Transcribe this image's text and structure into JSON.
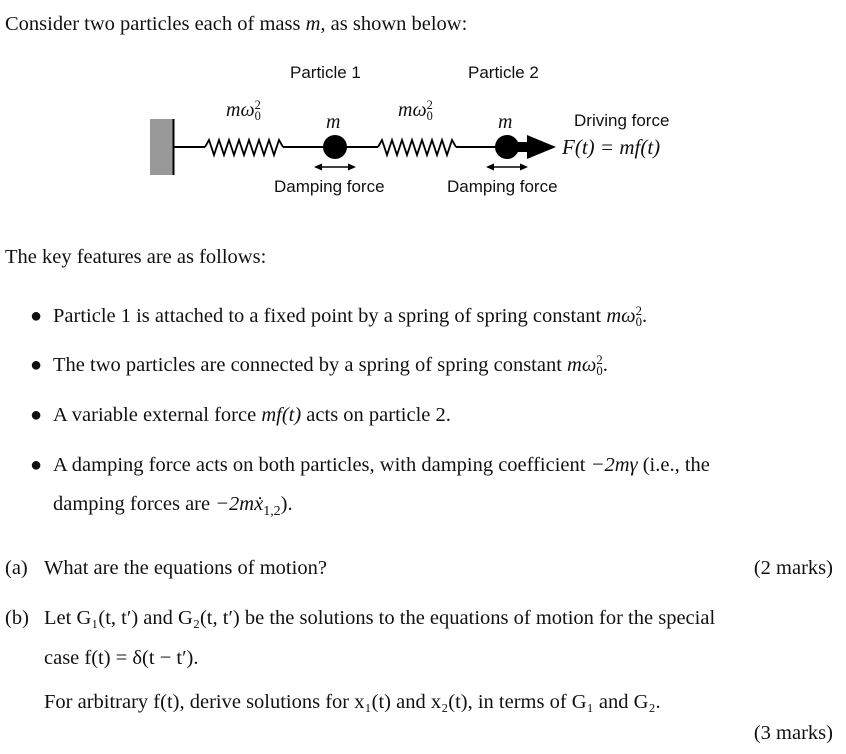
{
  "intro": {
    "text_before": "Consider two particles each of mass ",
    "var": "m",
    "text_after": ", as shown below:"
  },
  "diagram": {
    "particle1_label": "Particle 1",
    "particle2_label": "Particle 2",
    "spring1_label": {
      "base": "mω",
      "sup": "2",
      "sub": "0"
    },
    "spring2_label": {
      "base": "mω",
      "sup": "2",
      "sub": "0"
    },
    "mass1_label": "m",
    "mass2_label": "m",
    "damping1_label": "Damping force",
    "damping2_label": "Damping force",
    "driving_title": "Driving force",
    "driving_eq": "F(t) = mf(t)",
    "colors": {
      "wall": "#999999",
      "ink": "#000000"
    }
  },
  "features_heading": "The key features are as follows:",
  "features": [
    {
      "text": "Particle 1 is attached to a fixed point by a spring of spring constant ",
      "math": "mω",
      "sup": "2",
      "sub": "0",
      "tail": "."
    },
    {
      "text": "The two particles are connected by a spring of spring constant ",
      "math": "mω",
      "sup": "2",
      "sub": "0",
      "tail": "."
    },
    {
      "text": "A variable external force ",
      "math": "mf(t)",
      "tail": " acts on particle 2."
    },
    {
      "line1_text": "A damping force acts on both particles, with damping coefficient ",
      "line1_math": "−2mγ",
      "line1_tail": " (i.e., the",
      "line2_text": "damping forces are ",
      "line2_math": "−2mẋ",
      "line2_sub": "1,2",
      "line2_tail": ")."
    }
  ],
  "questions": [
    {
      "label": "(a)",
      "text": "What are the equations of motion?",
      "marks": "(2 marks)"
    },
    {
      "label": "(b)",
      "line1": "Let G₁(t, t′) and G₂(t, t′) be the solutions to the equations of motion for the special",
      "line2": "case f(t) = δ(t − t′).",
      "line3": "For arbitrary f(t), derive solutions for x₁(t) and x₂(t), in terms of G₁ and G₂.",
      "marks": "(3 marks)"
    }
  ]
}
